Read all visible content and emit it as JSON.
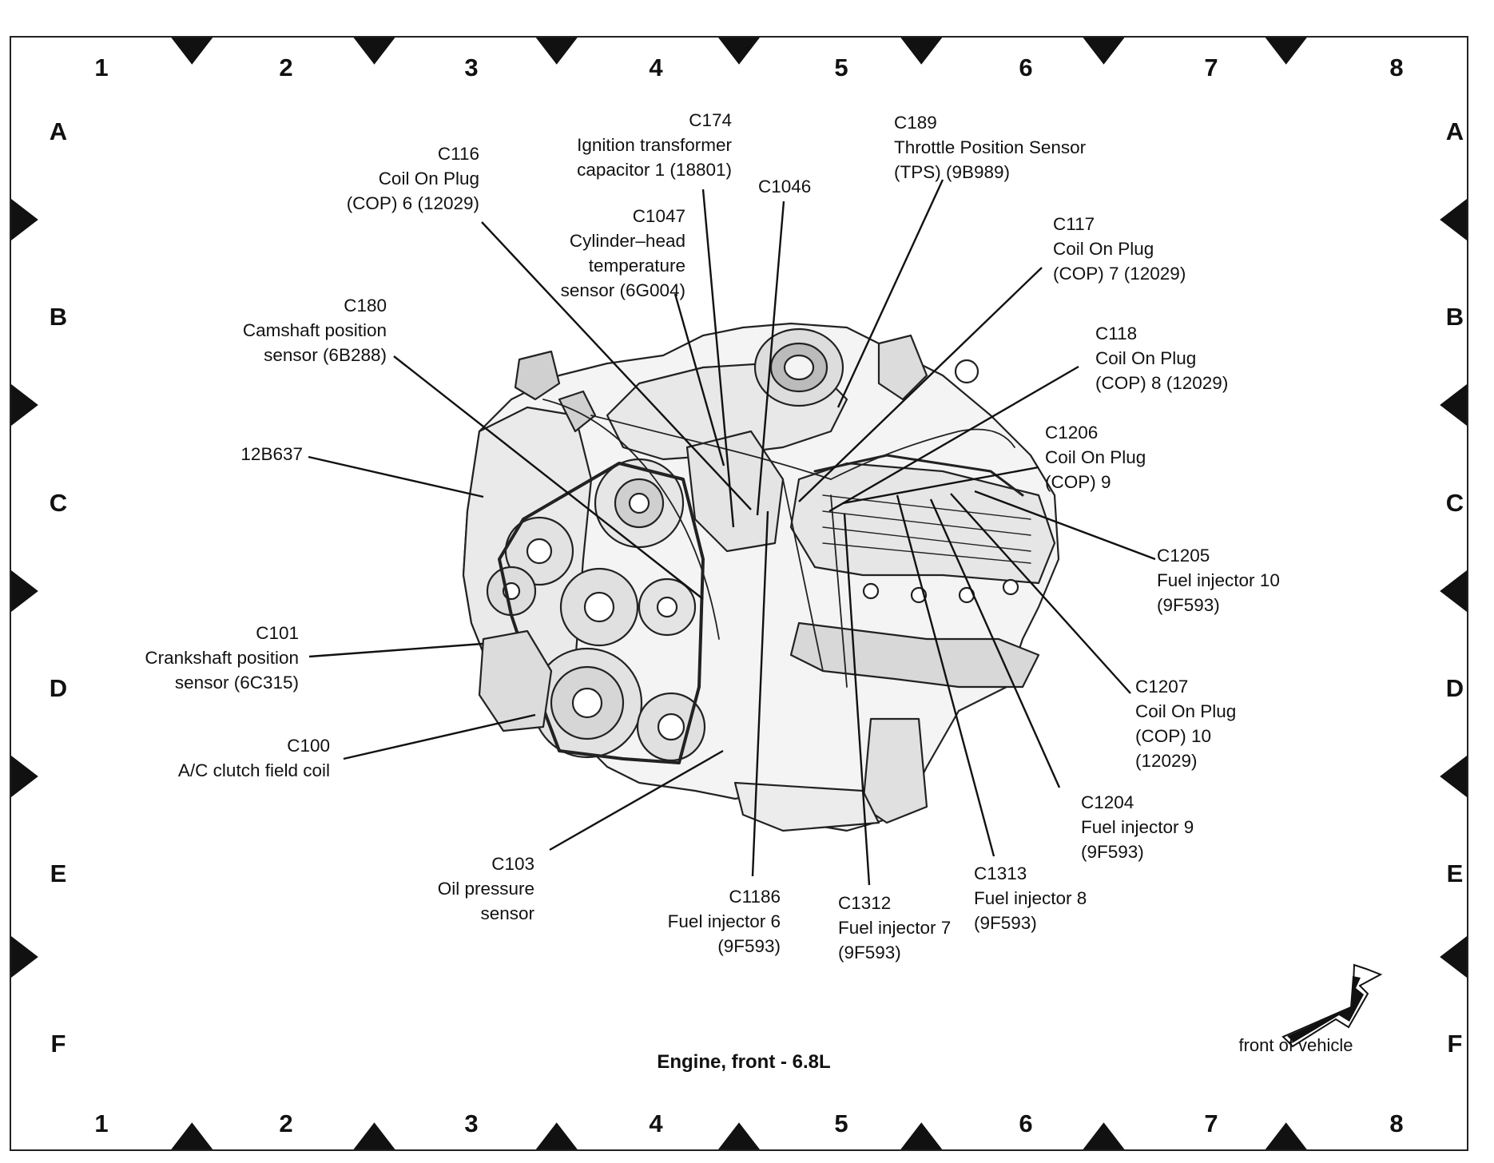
{
  "grid": {
    "columns": [
      "1",
      "2",
      "3",
      "4",
      "5",
      "6",
      "7",
      "8"
    ],
    "rows": [
      "A",
      "B",
      "C",
      "D",
      "E",
      "F"
    ]
  },
  "callouts": {
    "c174": [
      "C174",
      "Ignition transformer",
      "capacitor 1 (18801)"
    ],
    "c116": [
      "C116",
      "Coil On Plug",
      "(COP) 6 (12029)"
    ],
    "c1046": [
      "C1046"
    ],
    "c1047": [
      "C1047",
      "Cylinder–head",
      "temperature",
      "sensor (6G004)"
    ],
    "c189": [
      "C189",
      "Throttle Position Sensor",
      "(TPS) (9B989)"
    ],
    "c117": [
      "C117",
      "Coil On Plug",
      "(COP) 7 (12029)"
    ],
    "c180": [
      "C180",
      "Camshaft position",
      "sensor (6B288)"
    ],
    "c118": [
      "C118",
      "Coil On Plug",
      "(COP) 8 (12029)"
    ],
    "c12b637": [
      "12B637"
    ],
    "c1206": [
      "C1206",
      "Coil On Plug",
      "(COP) 9"
    ],
    "c1205": [
      "C1205",
      "Fuel injector 10",
      "(9F593)"
    ],
    "c101": [
      "C101",
      "Crankshaft position",
      "sensor (6C315)"
    ],
    "c1207": [
      "C1207",
      "Coil On Plug",
      "(COP) 10",
      "(12029)"
    ],
    "c100": [
      "C100",
      "A/C clutch field coil"
    ],
    "c1204": [
      "C1204",
      "Fuel injector 9",
      "(9F593)"
    ],
    "c103": [
      "C103",
      "Oil pressure",
      "sensor"
    ],
    "c1313": [
      "C1313",
      "Fuel injector 8",
      "(9F593)"
    ],
    "c1186": [
      "C1186",
      "Fuel injector 6",
      "(9F593)"
    ],
    "c1312": [
      "C1312",
      "Fuel injector 7",
      "(9F593)"
    ]
  },
  "caption": "Engine, front - 6.8L",
  "front_label": "front of vehicle"
}
